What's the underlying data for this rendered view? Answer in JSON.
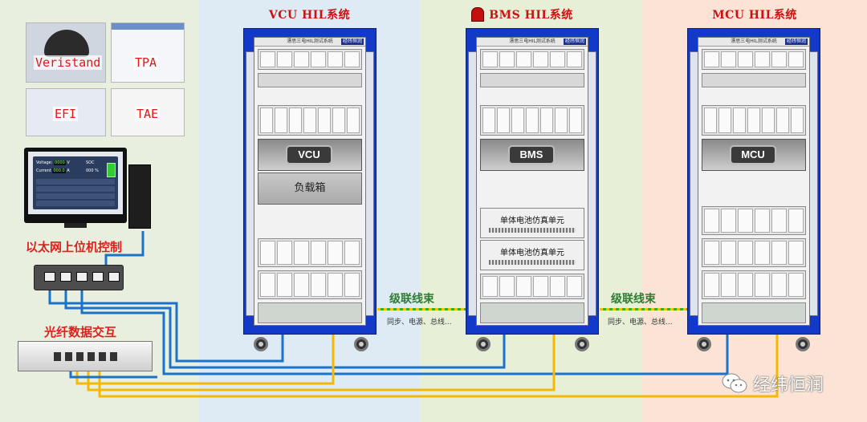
{
  "systems": [
    {
      "title": "VCU HIL系统",
      "ecu": "VCU",
      "extra": "负载箱"
    },
    {
      "title": "BMS HIL系统",
      "ecu": "BMS",
      "battery_units": [
        "单体电池仿真单元",
        "单体电池仿真单元"
      ]
    },
    {
      "title": "MCU HIL系统",
      "ecu": "MCU"
    }
  ],
  "rack_header": "漂思三电HIL测试系统",
  "rack_logo": "经纬恒润",
  "software": [
    "Veristand",
    "TPA",
    "EFI",
    "TAE"
  ],
  "host_label": "以太网上位机控制",
  "fiber_label": "光纤数据交互",
  "cascade": [
    {
      "label": "级联线束",
      "sub": "同步、电源、总线..."
    },
    {
      "label": "级联线束",
      "sub": "同步、电源、总线..."
    }
  ],
  "screen": {
    "voltage_label": "Voltage:",
    "voltage_value": "0000",
    "voltage_unit": "V",
    "current_label": "Current",
    "current_value": "000.0",
    "current_unit": "A",
    "soc_label": "SOC",
    "soc_value": "000",
    "soc_unit": "%"
  },
  "watermark": "经纬恒润",
  "colors": {
    "rack": "#1239c8",
    "cable_blue": "#1a73c8",
    "cable_yellow": "#f6b800",
    "label_red": "#e0201d"
  }
}
